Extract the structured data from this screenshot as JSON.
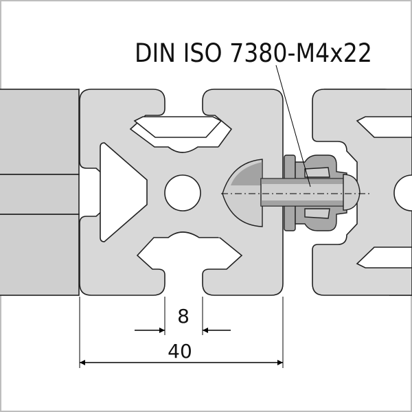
{
  "callout": {
    "text": "DIN ISO 7380-M4x22"
  },
  "dimensions": {
    "slot_width": "8",
    "profile_width": "40"
  },
  "colors": {
    "background": "#ffffff",
    "profile_fill": "#d8d8d8",
    "profile_stroke": "#202020",
    "bore_fill": "#ffffff",
    "neighbor_block_fill": "#cfcfcf",
    "screw_fill": "#cfcfcf",
    "screw_shadow": "#808080",
    "washer_fill": "#a8a8a8",
    "line_color": "#000000"
  }
}
